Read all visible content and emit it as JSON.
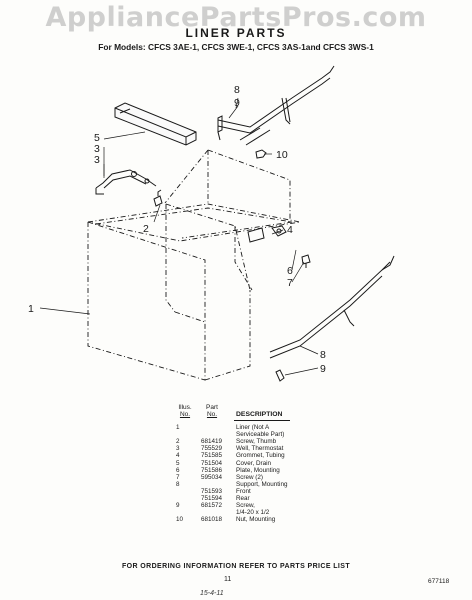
{
  "watermark": "AppliancePartsPros.com",
  "title": "LINER PARTS",
  "models_line": "For Models: CFCS 3AE-1, CFCS 3WE-1, CFCS 3AS-1and CFCS 3WS-1",
  "callouts": {
    "c1": "1",
    "c2": "2",
    "c3": "3",
    "c4": "4",
    "c5": "5",
    "c6": "6",
    "c7": "7",
    "c8a": "8",
    "c8b": "8",
    "c9a": "9",
    "c9b": "9",
    "c10": "10"
  },
  "table": {
    "headers": {
      "illus": "Illus.",
      "illus2": "No.",
      "part": "Part",
      "part2": "No.",
      "description": "DESCRIPTION"
    },
    "rows": [
      {
        "illus": "1",
        "part": "",
        "desc": "Liner (Not A"
      },
      {
        "illus": "",
        "part": "",
        "desc": "Serviceable Part)"
      },
      {
        "illus": "2",
        "part": "681419",
        "desc": "Screw, Thumb"
      },
      {
        "illus": "3",
        "part": "755529",
        "desc": "Well, Thermostat"
      },
      {
        "illus": "4",
        "part": "751585",
        "desc": "Grommet, Tubing"
      },
      {
        "illus": "5",
        "part": "751504",
        "desc": "Cover, Drain"
      },
      {
        "illus": "6",
        "part": "751586",
        "desc": "Plate, Mounting"
      },
      {
        "illus": "7",
        "part": "595034",
        "desc": "Screw (2)"
      },
      {
        "illus": "8",
        "part": "",
        "desc": "Support, Mounting"
      },
      {
        "illus": "",
        "part": "751593",
        "desc": "Front"
      },
      {
        "illus": "",
        "part": "751594",
        "desc": "Rear"
      },
      {
        "illus": "9",
        "part": "681572",
        "desc": "Screw,"
      },
      {
        "illus": "",
        "part": "",
        "desc": "1/4-20 x 1/2"
      },
      {
        "illus": "10",
        "part": "681018",
        "desc": "Nut, Mounting"
      }
    ]
  },
  "footer_note": "FOR ORDERING INFORMATION REFER TO PARTS PRICE LIST",
  "page_number": "11",
  "doc_number": "677118",
  "handwritten_note": "15-4-11"
}
